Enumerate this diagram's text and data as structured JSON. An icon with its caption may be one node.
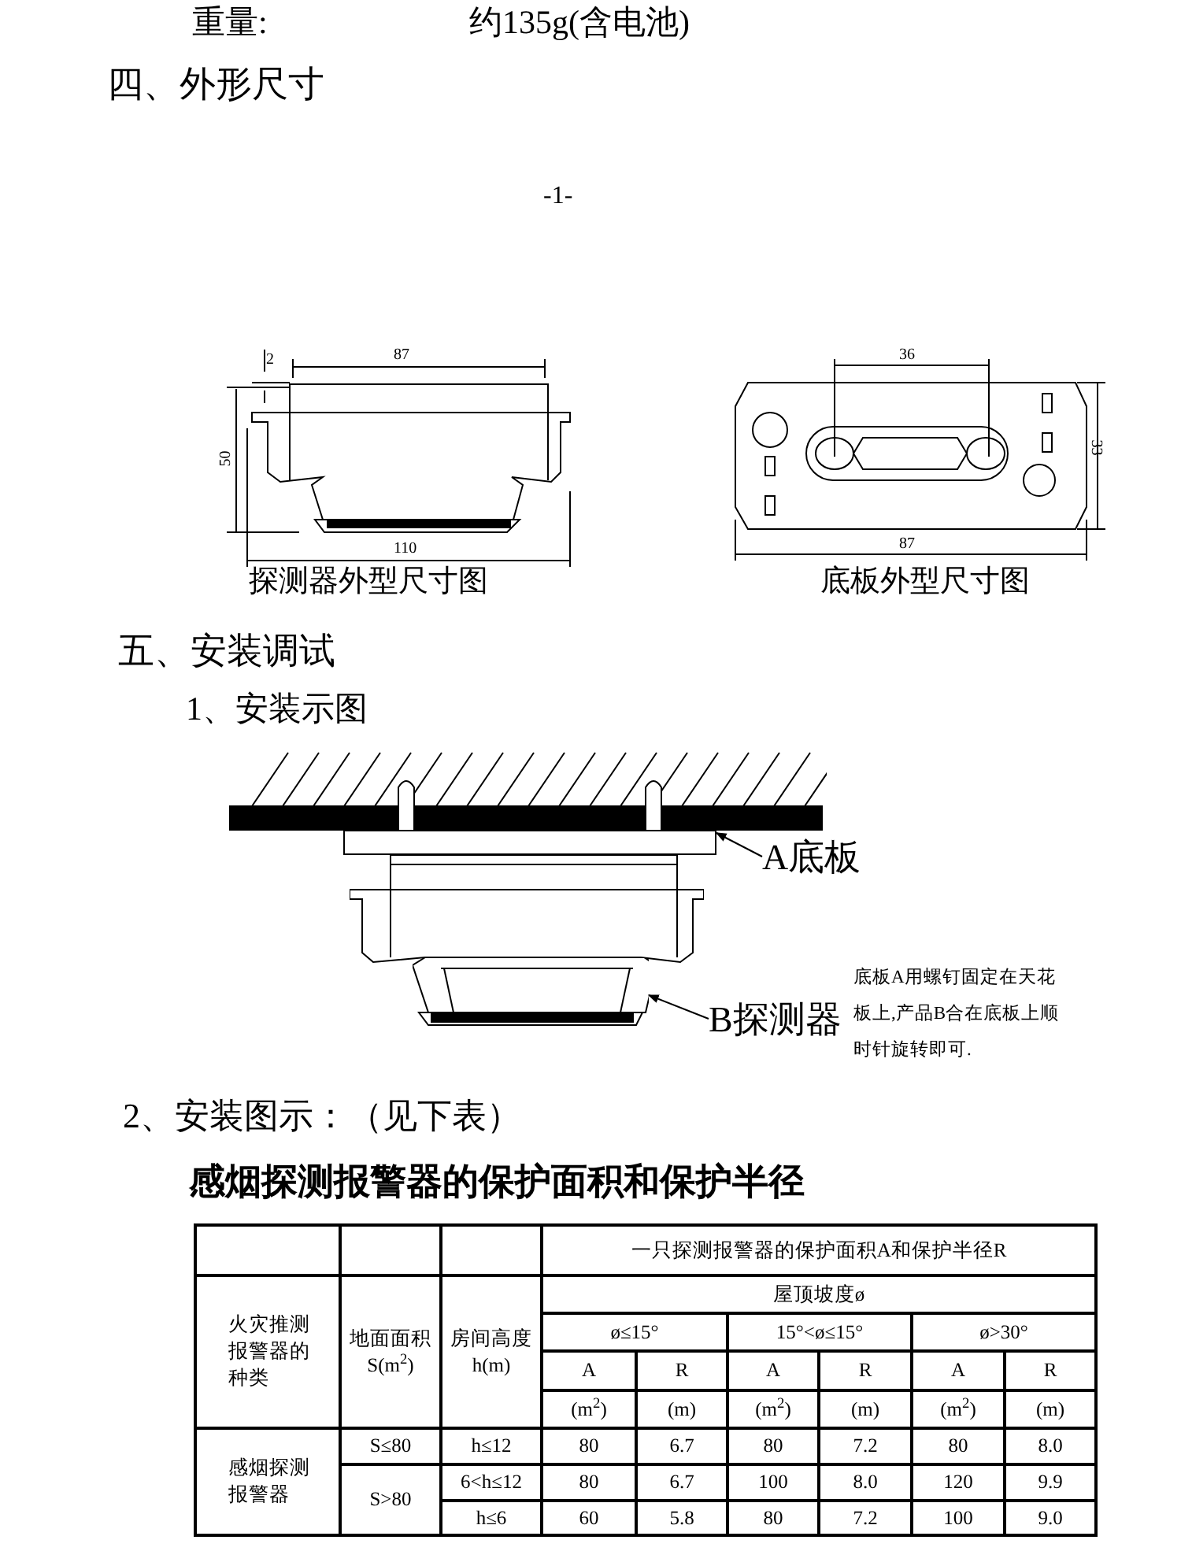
{
  "diagram": {
    "nodes": [
      {
        "text": [
          "A底板"
        ]
      },
      {
        "text": [],
        "shape": "box"
      },
      {
        "text": [
          "B探测器"
        ]
      },
      {
        "text": [],
        "shape": "picture"
      }
    ],
    "edges": [
      {
        "from": 0,
        "to": 1,
        "arrow": "to"
      },
      {
        "from": 2,
        "to": 3,
        "arrow": "to"
      }
    ],
    "labels": [
      "重量:",
      "约135g(含电池)",
      "四、外形尺寸",
      "-1-",
      "2",
      "87",
      "50",
      "110",
      "探测器外型尺寸图",
      "36",
      "33",
      "87",
      "底板外型尺寸图",
      "五、安装调试",
      "1、安装示图",
      "底板A用螺钉固定在天花板上,产品B合在底板上顺时针旋转即可.",
      "2、安装图示：（见下表）",
      "感烟探测报警器的保护面积和保护半径",
      "一只探测报警器的保护面积A和保护半径R",
      "火灾推测报警器的种类",
      "地面面积S(m$^{2}$)",
      "房间高度h(m)",
      "屋顶坡度ø",
      "ø≤15°",
      "15°<ø≤15°",
      "ø>30°",
      "A",
      "R",
      "A",
      "R",
      "A",
      "R",
      "(m$^{2}$)",
      "(m)",
      "(m$^{2}$)",
      "(m)",
      "(m$^{2}$)",
      "(m)",
      "感烟探测报警器",
      "S≤80",
      "h≤12",
      "80",
      "6.7",
      "80",
      "7.2",
      "80",
      "8.0",
      "S>80",
      "6<h≤12",
      "80",
      "6.7",
      "100",
      "8.0",
      "120",
      "9.9",
      "h≤6",
      "60",
      "5.8",
      "80",
      "7.2",
      "100",
      "9.0"
    ]
  }
}
